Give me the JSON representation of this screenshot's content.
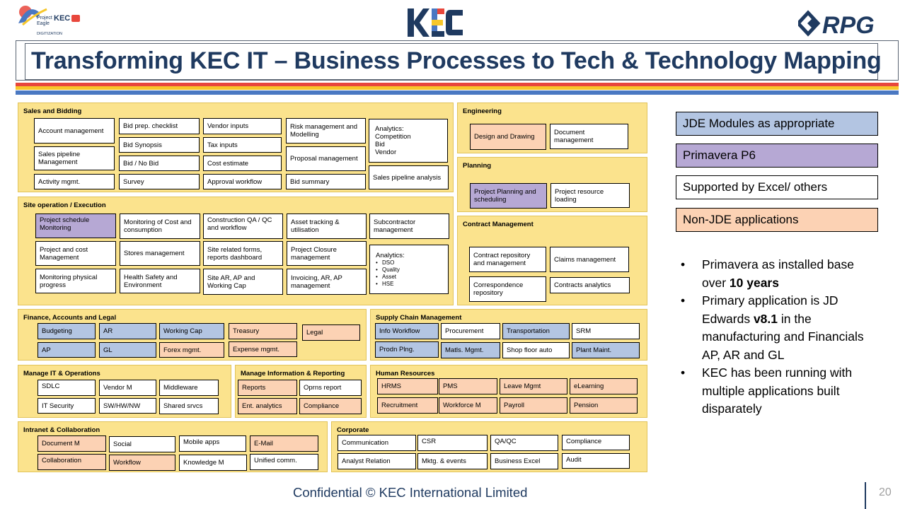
{
  "header": {
    "logo_left": {
      "line1": "Project",
      "line2": "Eagle",
      "line3": "DIGITIZATION",
      "brand": "KEC"
    },
    "logo_center": "KEC",
    "logo_right": "RPG",
    "title": "Transforming KEC IT – Business Processes to Tech & Technology Mapping"
  },
  "colors": {
    "section_fill": "#fbe38d",
    "jde_blue": "#b3c5e2",
    "primavera_purple": "#b6a8d4",
    "non_jde_peach": "#fcd2b4",
    "excel_white": "#ffffff",
    "title_navy": "#1f3a60",
    "stripe_red": "#e8473c",
    "stripe_yellow": "#f7c72a",
    "stripe_blue": "#4a78c2"
  },
  "sections": {
    "sales": {
      "title": "Sales and Bidding",
      "boxes": {
        "account_mgmt": "Account management",
        "sales_pipeline_mgmt": "Sales pipeline Management",
        "activity_mgmt": "Activity mgmt.",
        "bid_prep": "Bid prep. checklist",
        "bid_synopsis": "Bid Synopsis",
        "bid_no_bid": "Bid / No Bid",
        "survey": "Survey",
        "vendor_inputs": "Vendor inputs",
        "tax_inputs": "Tax inputs",
        "cost_estimate": "Cost estimate",
        "approval_workflow": "Approval workflow",
        "risk_mgmt": "Risk management and Modelling",
        "proposal_mgmt": "Proposal management",
        "bid_summary": "Bid summary",
        "analytics_title": "Analytics:",
        "analytics_items": [
          "Competition",
          "Bid",
          "Vendor"
        ],
        "sales_pipeline_analysis": "Sales pipeline analysis"
      }
    },
    "site": {
      "title": "Site operation / Execution",
      "boxes": {
        "project_schedule": "Project schedule Monitoring",
        "project_cost": "Project and cost Management",
        "monitoring_physical": "Monitoring physical progress",
        "monitoring_cost": "Monitoring of Cost and consumption",
        "stores": "Stores management",
        "hse": "Health Safety and Environment",
        "construction_qa": "Construction QA / QC and workflow",
        "site_forms": "Site related forms, reports dashboard",
        "site_ar_ap": "Site AR, AP and Working Cap",
        "asset_tracking": "Asset tracking & utilisation",
        "project_closure": "Project Closure management",
        "invoicing": "Invoicing, AR, AP management",
        "subcontractor": "Subcontractor management",
        "analytics_title": "Analytics:",
        "analytics_items": [
          "DSO",
          "Quality",
          "Asset",
          "HSE"
        ]
      }
    },
    "engineering": {
      "title": "Engineering",
      "boxes": {
        "design": "Design and Drawing",
        "document_mgmt": "Document management"
      }
    },
    "planning": {
      "title": "Planning",
      "boxes": {
        "project_planning": "Project Planning and scheduling",
        "resource_loading": "Project resource loading"
      }
    },
    "contract": {
      "title": "Contract Management",
      "boxes": {
        "contract_repo": "Contract repository and management",
        "claims": "Claims management",
        "correspondence": "Correspondence repository",
        "contracts_analytics": "Contracts analytics"
      }
    },
    "finance": {
      "title": "Finance, Accounts and Legal",
      "boxes": {
        "budgeting": "Budgeting",
        "ar": "AR",
        "working_cap": "Working Cap",
        "treasury": "Treasury",
        "legal": "Legal",
        "ap": "AP",
        "gl": "GL",
        "forex": "Forex mgmt.",
        "expense": "Expense mgmt."
      }
    },
    "supply": {
      "title": "Supply Chain Management",
      "boxes": {
        "info_workflow": "Info Workflow",
        "procurement": "Procurement",
        "transportation": "Transportation",
        "srm": "SRM",
        "prodn_plng": "Prodn Plng.",
        "matls_mgmt": "Matls. Mgmt.",
        "shop_floor": "Shop floor auto",
        "plant_maint": "Plant Maint."
      }
    },
    "it_ops": {
      "title": "Manage IT & Operations",
      "boxes": {
        "sdlc": "SDLC",
        "vendor_m": "Vendor M",
        "middleware": "Middleware",
        "it_security": "IT Security",
        "sw_hw_nw": "SW/HW/NW",
        "shared_srvcs": "Shared srvcs"
      }
    },
    "info_report": {
      "title": "Manage Information & Reporting",
      "boxes": {
        "reports": "Reports",
        "oprns_report": "Oprns report",
        "ent_analytics": "Ent. analytics",
        "compliance": "Compliance"
      }
    },
    "hr": {
      "title": "Human Resources",
      "boxes": {
        "hrms": "HRMS",
        "pms": "PMS",
        "leave_mgmt": "Leave Mgmt",
        "elearning": "eLearning",
        "recruitment": "Recruitment",
        "workforce_m": "Workforce M",
        "payroll": "Payroll",
        "pension": "Pension"
      }
    },
    "intranet": {
      "title": "Intranet & Collaboration",
      "boxes": {
        "document_m": "Document M",
        "social": "Social",
        "mobile_apps": "Mobile apps",
        "email": "E-Mail",
        "collaboration": "Collaboration",
        "workflow": "Workflow",
        "knowledge_m": "Knowledge M",
        "unified_comm": "Unified comm."
      }
    },
    "corporate": {
      "title": "Corporate",
      "boxes": {
        "communication": "Communication",
        "csr": "CSR",
        "qa_qc": "QA/QC",
        "compliance": "Compliance",
        "analyst_relation": "Analyst Relation",
        "mktg_events": "Mktg. & events",
        "business_excel": "Business Excel",
        "audit": "Audit"
      }
    }
  },
  "legend": {
    "jde": "JDE Modules as appropriate",
    "primavera": "Primavera P6",
    "excel": "Supported by Excel/ others",
    "non_jde": "Non-JDE applications"
  },
  "bullets": {
    "b1_pre": "Primavera as installed base over ",
    "b1_bold": "10 years",
    "b2_pre": "Primary application is JD Edwards ",
    "b2_bold": "v8.1",
    "b2_post": " in the manufacturing and Financials AP, AR and GL",
    "b3": "KEC has been running with multiple applications built disparately"
  },
  "footer": {
    "text": "Confidential © KEC International Limited",
    "page_number": "20"
  }
}
